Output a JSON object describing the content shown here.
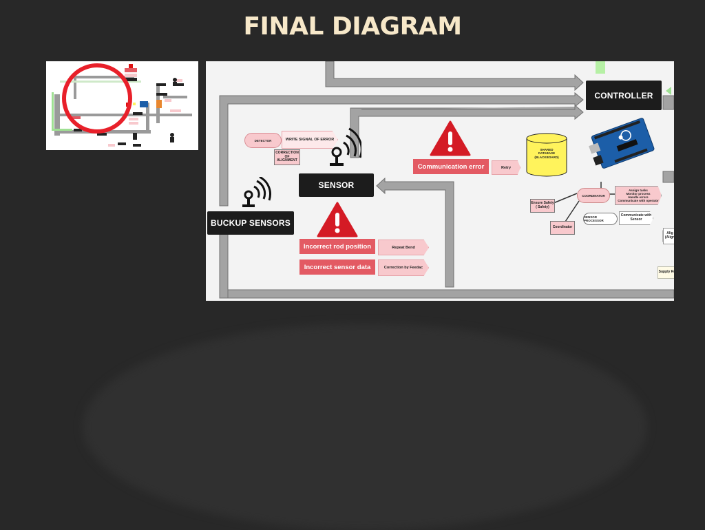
{
  "title": "FINAL DIAGRAM",
  "colors": {
    "background": "#282828",
    "title": "#f7e8c9",
    "block": "#1c1c1c",
    "error_red": "#e35a63",
    "pink": "#f8c9cd",
    "arrow_gray": "#999999",
    "database_yellow": "#fff35c",
    "highlight_circle": "#e8202a",
    "arduino_blue": "#1c5ea8"
  },
  "blocks": {
    "controller": "CONTROLLER",
    "sensor": "SENSOR",
    "backup_sensors": "BUCKUP SENSORS"
  },
  "errors": {
    "communication": {
      "label": "Communication error",
      "action": "Retry"
    },
    "rod_position": {
      "label": "Incorrect rod position",
      "action": "Repeat Bend"
    },
    "sensor_data": {
      "label": "Incorrect sensor data",
      "action": "Correction by Feedac"
    }
  },
  "detection": {
    "detector": "DETECTOR",
    "write_signal": "WRITE SIGNAL OF ERROR",
    "correction": "CORRECTION OF ALIGNMENT"
  },
  "database": "SHARED DATABASE (BLACKBOARD)",
  "coordination": {
    "coordinator_pill": "COORDINATOR",
    "tasks": [
      "Assign tasks",
      "Monitor process",
      "Handle errors",
      "Communicate with operator"
    ],
    "safety": "Ensure Safety ( Safety)",
    "coordinator_box": "Coordinator",
    "sensor_processor": "SENSOR PROCESSOR",
    "communicate_sensor": "Communicate with Sensor",
    "align": "Alig (Align",
    "supply": "Supply Ro"
  },
  "icons": [
    "warning-icon",
    "sensor-signal-icon",
    "arduino-board-icon",
    "database-icon"
  ]
}
